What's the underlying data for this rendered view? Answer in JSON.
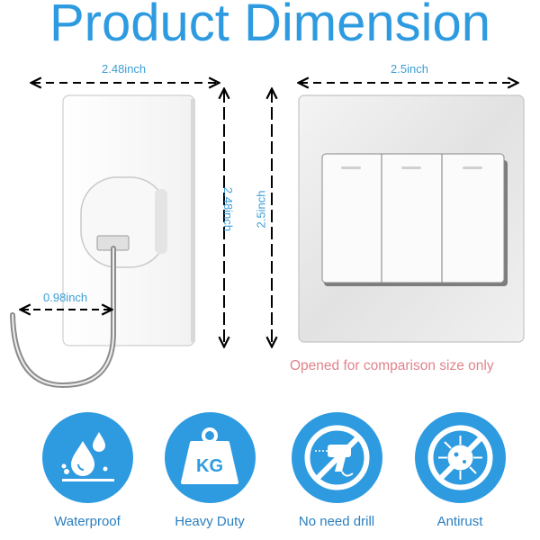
{
  "title": "Product Dimension",
  "dimensions": {
    "hook_width": "2.48inch",
    "hook_height": "2.48inch",
    "hook_depth": "0.98inch",
    "switch_width": "2.5inch",
    "switch_height": "2.5inch"
  },
  "comparison_note": "Opened for comparison size only",
  "features": [
    {
      "icon": "water-drops-icon",
      "label": "Waterproof"
    },
    {
      "icon": "kg-weight-icon",
      "label": "Heavy Duty"
    },
    {
      "icon": "no-drill-icon",
      "label": "No need drill"
    },
    {
      "icon": "antirust-virus-icon",
      "label": "Antirust"
    }
  ],
  "colors": {
    "title": "#2e9be0",
    "dimension_text": "#3d9ed6",
    "note": "#e0848c",
    "feature_circle": "#2e9be0",
    "feature_label": "#2a7fc0"
  }
}
